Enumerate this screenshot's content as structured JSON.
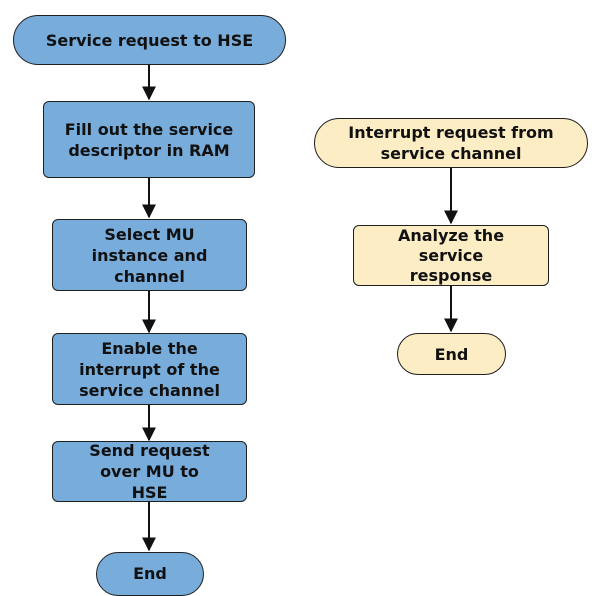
{
  "diagram": {
    "left_flow": {
      "start": "Service request to HSE",
      "step1": "Fill out the service descriptor in RAM",
      "step2": "Select MU instance and channel",
      "step3": "Enable the interrupt of the service channel",
      "step4": "Send request over MU to HSE",
      "end": "End"
    },
    "right_flow": {
      "start": "Interrupt request from service channel",
      "step1": "Analyze the service response",
      "end": "End"
    }
  },
  "colors": {
    "left_fill": "#78acdb",
    "right_fill": "#fcedc4",
    "stroke": "#1f1f1f"
  }
}
